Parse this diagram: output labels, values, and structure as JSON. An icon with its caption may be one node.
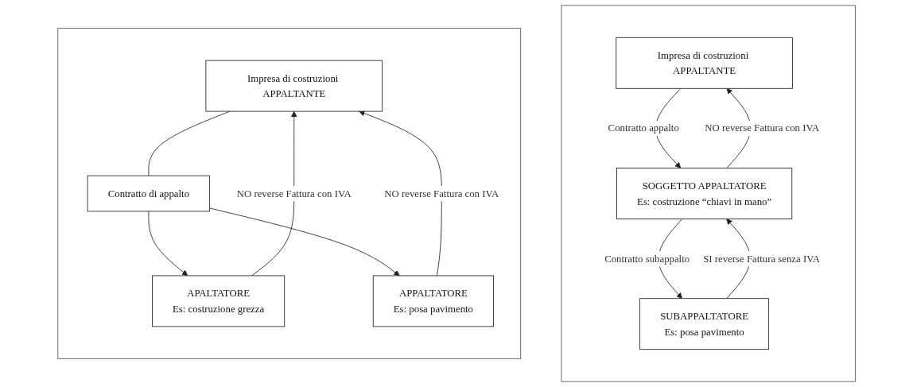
{
  "diagram": {
    "nodes": [
      {
        "text": [],
        "shape": "box"
      },
      {
        "text": [
          "Impresa di costruzioni APPALTANTE"
        ],
        "in": 0
      },
      {
        "text": [
          "SOGGETTO APPALTATORE",
          "Es: costruzione “chiavi in mano”"
        ],
        "in": 0
      },
      {
        "text": [
          "SUBAPPALTATORE",
          "Es: posa pavimento"
        ],
        "in": 0
      },
      {
        "text": [],
        "shape": "box"
      },
      {
        "text": [
          "Impresa di costruzioni APPALTANTE"
        ],
        "in": 4
      },
      {
        "text": [
          "Contratto di appalto"
        ],
        "in": 4
      },
      {
        "text": [
          "APALTATORE",
          "Es: costruzione grezza"
        ],
        "in": 4
      },
      {
        "text": [
          "APPALTATORE",
          "Es: posa pavimento"
        ],
        "in": 4
      }
    ],
    "edges": [
      {
        "from": 1,
        "to": 2,
        "arrow": "to",
        "label": "Contratto appalto"
      },
      {
        "from": 2,
        "to": 1,
        "arrow": "to",
        "label": "NO reverse Fattura con IVA"
      },
      {
        "from": 2,
        "to": 3,
        "arrow": "to",
        "label": "Contratto subappalto"
      },
      {
        "from": 3,
        "to": 2,
        "arrow": "to",
        "label": "SI reverse Fattura senza IVA"
      },
      {
        "from": 5,
        "to": 6,
        "arrow": "none"
      },
      {
        "from": 7,
        "to": 5,
        "arrow": "to",
        "label": "NO reverse Fattura con IVA"
      },
      {
        "from": 8,
        "to": 5,
        "arrow": "to",
        "label": "NO reverse Fattura con IVA"
      },
      {
        "from": 6,
        "to": 7,
        "arrow": "to"
      },
      {
        "from": 6,
        "to": 8,
        "arrow": "to"
      }
    ]
  }
}
